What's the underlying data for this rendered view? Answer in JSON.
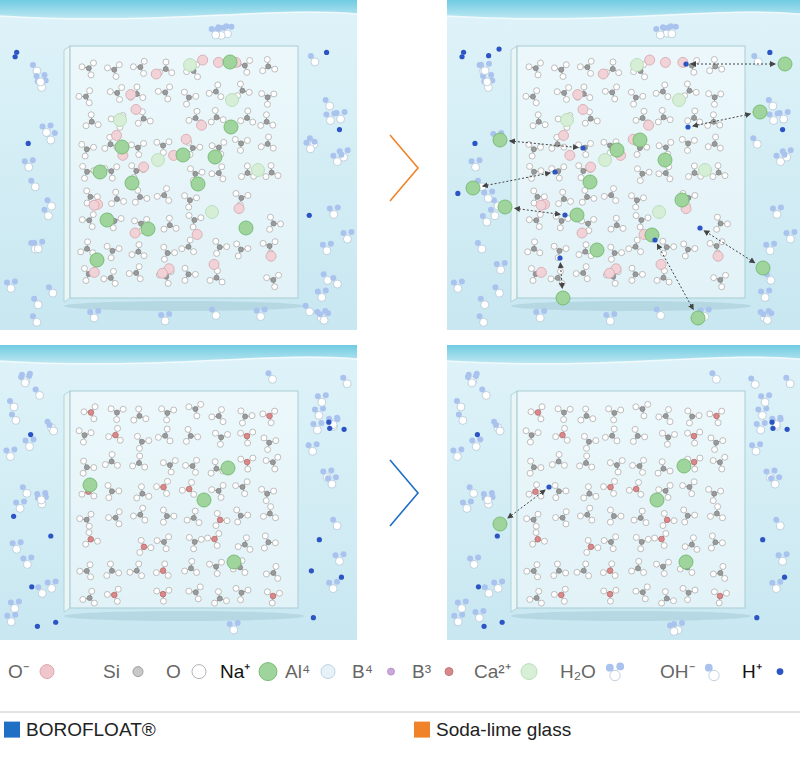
{
  "diagram": {
    "legend": [
      {
        "text": "O⁻"
      },
      {
        "text": "Si"
      },
      {
        "text": "O"
      },
      {
        "text": "Na⁺"
      },
      {
        "text": "Al⁴"
      },
      {
        "text": "B⁴"
      },
      {
        "text": "B³"
      },
      {
        "text": "Ca²⁺"
      },
      {
        "text": "H₂O"
      },
      {
        "text": "OH⁻"
      },
      {
        "text": "H⁺"
      },
      {
        "text": "BOROFLOAT®",
        "color": "#1f6fc5"
      },
      {
        "text": "Soda-lime glass",
        "color": "#f0832a"
      }
    ]
  }
}
